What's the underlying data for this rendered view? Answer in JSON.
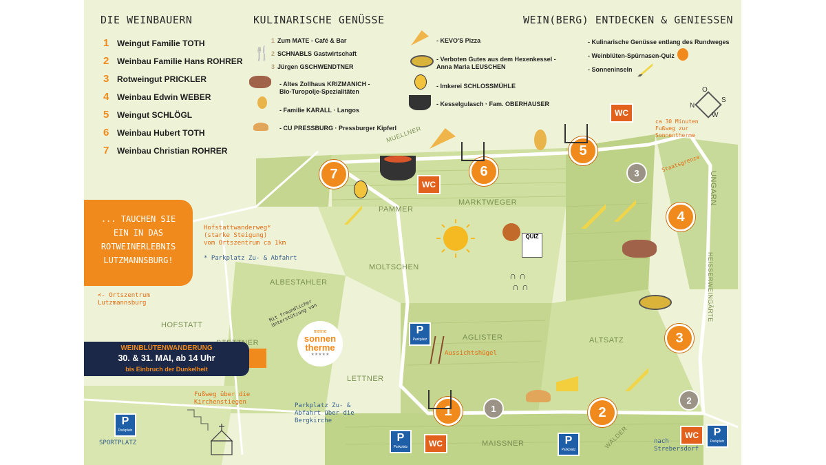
{
  "sections": {
    "weinbauern_title": "DIE WEINBAUERN",
    "kulinarisch_title": "KULINARISCHE GENÜSSE",
    "entdecken_title": "WEIN(BERG) ENTDECKEN & GENIESSEN"
  },
  "weinbauern": [
    {
      "num": "1",
      "name": "Weingut Familie TOTH"
    },
    {
      "num": "2",
      "name": "Weinbau Familie Hans ROHRER"
    },
    {
      "num": "3",
      "name": "Rotweingut PRICKLER"
    },
    {
      "num": "4",
      "name": "Weinbau Edwin WEBER"
    },
    {
      "num": "5",
      "name": "Weingut SCHLÖGL"
    },
    {
      "num": "6",
      "name": "Weinbau Hubert TOTH"
    },
    {
      "num": "7",
      "name": "Weinbau Christian ROHRER"
    }
  ],
  "kulinarisch_left": [
    {
      "num": "1",
      "text": "Zum MATE - Café & Bar"
    },
    {
      "num": "2",
      "text": "SCHNABLS Gastwirtschaft"
    },
    {
      "num": "3",
      "text": "Jürgen GSCHWENDTNER"
    },
    {
      "num": "",
      "text": "- Altes Zollhaus KRIZMANICH -",
      "text2": "Bio-Turopolje-Spezialitäten"
    },
    {
      "num": "",
      "text": "- Familie KARALL · Langos"
    },
    {
      "num": "",
      "text": "- CU PRESSBURG · Pressburger Kipferl"
    }
  ],
  "kulinarisch_right": [
    {
      "text": "- KEVO'S Pizza"
    },
    {
      "text": "- Verboten Gutes aus dem Hexenkessel -",
      "text2": "Anna Maria LEUSCHEN"
    },
    {
      "text": "- Imkerei SCHLOSSMÜHLE"
    },
    {
      "text": "- Kesselgulasch · Fam. OBERHAUSER"
    }
  ],
  "entdecken": [
    {
      "text": "- Kulinarische Genüsse entlang des Rundweges"
    },
    {
      "text": "- Weinblüten-Spürnasen-Quiz"
    },
    {
      "text": "- Sonneninseln"
    }
  ],
  "fields": {
    "pammer": "PAMMER",
    "marktweger": "MARKTWEGER",
    "moltschen": "MOLTSCHEN",
    "albestahler": "ALBESTAHLER",
    "hofstatt": "HOFSTATT",
    "stettner": "STETTNER",
    "aglister": "AGLISTER",
    "altsatz": "ALTSATZ",
    "lettner": "LETTNER",
    "maissner": "MAISSNER",
    "ungarn": "UNGARN",
    "heisserweingarten": "HEISSERWEINGÄRTE",
    "muellner": "MUELLNER",
    "waelder": "WÄLDER"
  },
  "notes": {
    "hofstattweg": "Hofstattwanderweg*",
    "hofstattweg2": "(starke Steigung)",
    "hofstattweg3": "vom Ortszentrum ca 1km",
    "parkplatz_zu": "* Parkplatz Zu- & Abfahrt",
    "ortszentrum": "<- Ortszentrum",
    "ortszentrum2": "Lutzmannsburg",
    "fussweg": "Fußweg über die",
    "fussweg2": "Kirchenstiegen",
    "parkplatz_berg": "Parkplatz Zu- &",
    "parkplatz_berg2": "Abfahrt über die",
    "parkplatz_berg3": "Bergkirche",
    "sonnentherme": "ca 30 Minuten",
    "sonnentherme2": "Fußweg zur",
    "sonnentherme3": "Sonnentherme",
    "staatsgrenze": "Staatsgrenze",
    "aussicht": "Aussichtshügel",
    "sportplatz": "SPORTPLATZ",
    "strebersdorf": "nach",
    "strebersdorf2": "Strebersdorf",
    "unterstuetzung": "Mit freundlicher",
    "unterstuetzung2": "Unterstützung von"
  },
  "banner": {
    "line1": "... TAUCHEN SIE",
    "line2": "EIN IN DAS",
    "line3": "ROTWEINERLEBNIS",
    "line4": "LUTZMANNSBURG!"
  },
  "event": {
    "title": "WEINBLÜTENWANDERUNG",
    "date": "30. & 31. MAI, ab 14 Uhr",
    "until": "bis Einbruch der Dunkelheit"
  },
  "sponsor": {
    "meine": "meine",
    "sonnen": "sonnen",
    "therme": "therme",
    "stars": "★★★★★"
  },
  "markers": {
    "m1": "1",
    "m2": "2",
    "m3": "3",
    "m4": "4",
    "m5": "5",
    "m6": "6",
    "m7": "7"
  },
  "gastro_markers": {
    "g1": "1",
    "g2": "2",
    "g3": "3"
  },
  "wc_label": "WC",
  "parking": {
    "p": "P",
    "sub": "Parkplatz"
  },
  "quiz_label": "QUIZ",
  "compass": {
    "n": "N",
    "o": "O",
    "s": "S",
    "w": "W"
  },
  "colors": {
    "accent": "#f08a1c",
    "navy": "#1c2848",
    "park": "#1f5fa8",
    "wc": "#e2621d",
    "field": "#c7da9a"
  }
}
